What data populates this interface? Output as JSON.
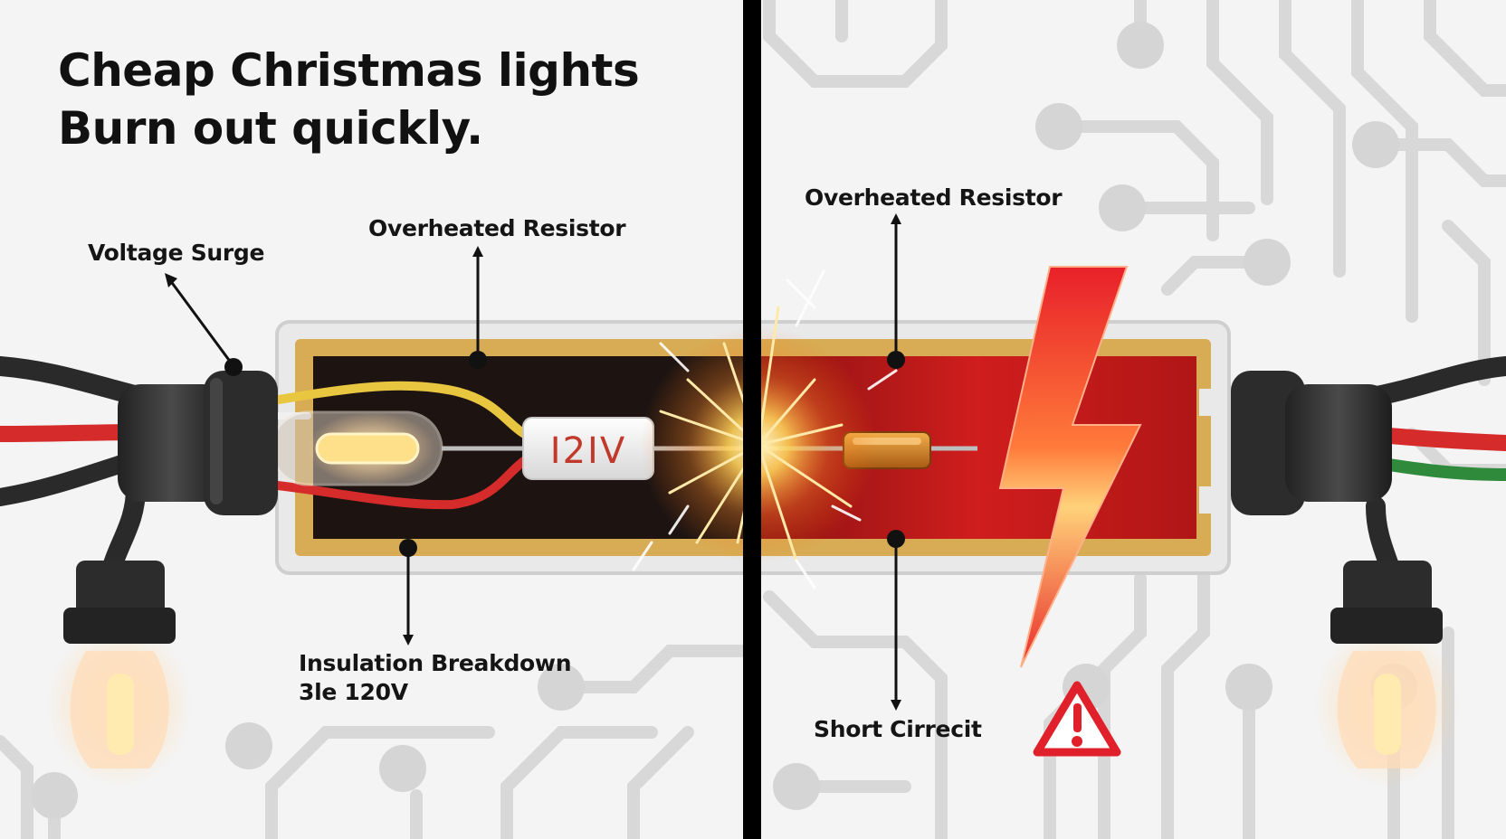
{
  "title": {
    "line1": "Cheap Christmas lights",
    "line2": "Burn out quickly."
  },
  "left_panel": {
    "labels": {
      "voltage_surge": "Voltage Surge",
      "overheated_resistor": "Overheated Resistor",
      "insulation_line1": "Insulation Breakdown",
      "insulation_line2": "3le 120V"
    },
    "resistor_marking": "I2IV"
  },
  "right_panel": {
    "labels": {
      "overheated_resistor": "Overheated Resistor",
      "short_circuit": "Short Cirrecit"
    },
    "warning_icon": "warning-triangle-icon",
    "bolt_icon": "lightning-bolt-icon"
  },
  "colors": {
    "divider": "#000000",
    "warning_red": "#e0202a",
    "hot_red": "#c81a1a",
    "housing_gold": "#d9b15a",
    "wire_red": "#d62b2b",
    "wire_yellow": "#e8c640",
    "wire_green": "#2f8a3c"
  }
}
